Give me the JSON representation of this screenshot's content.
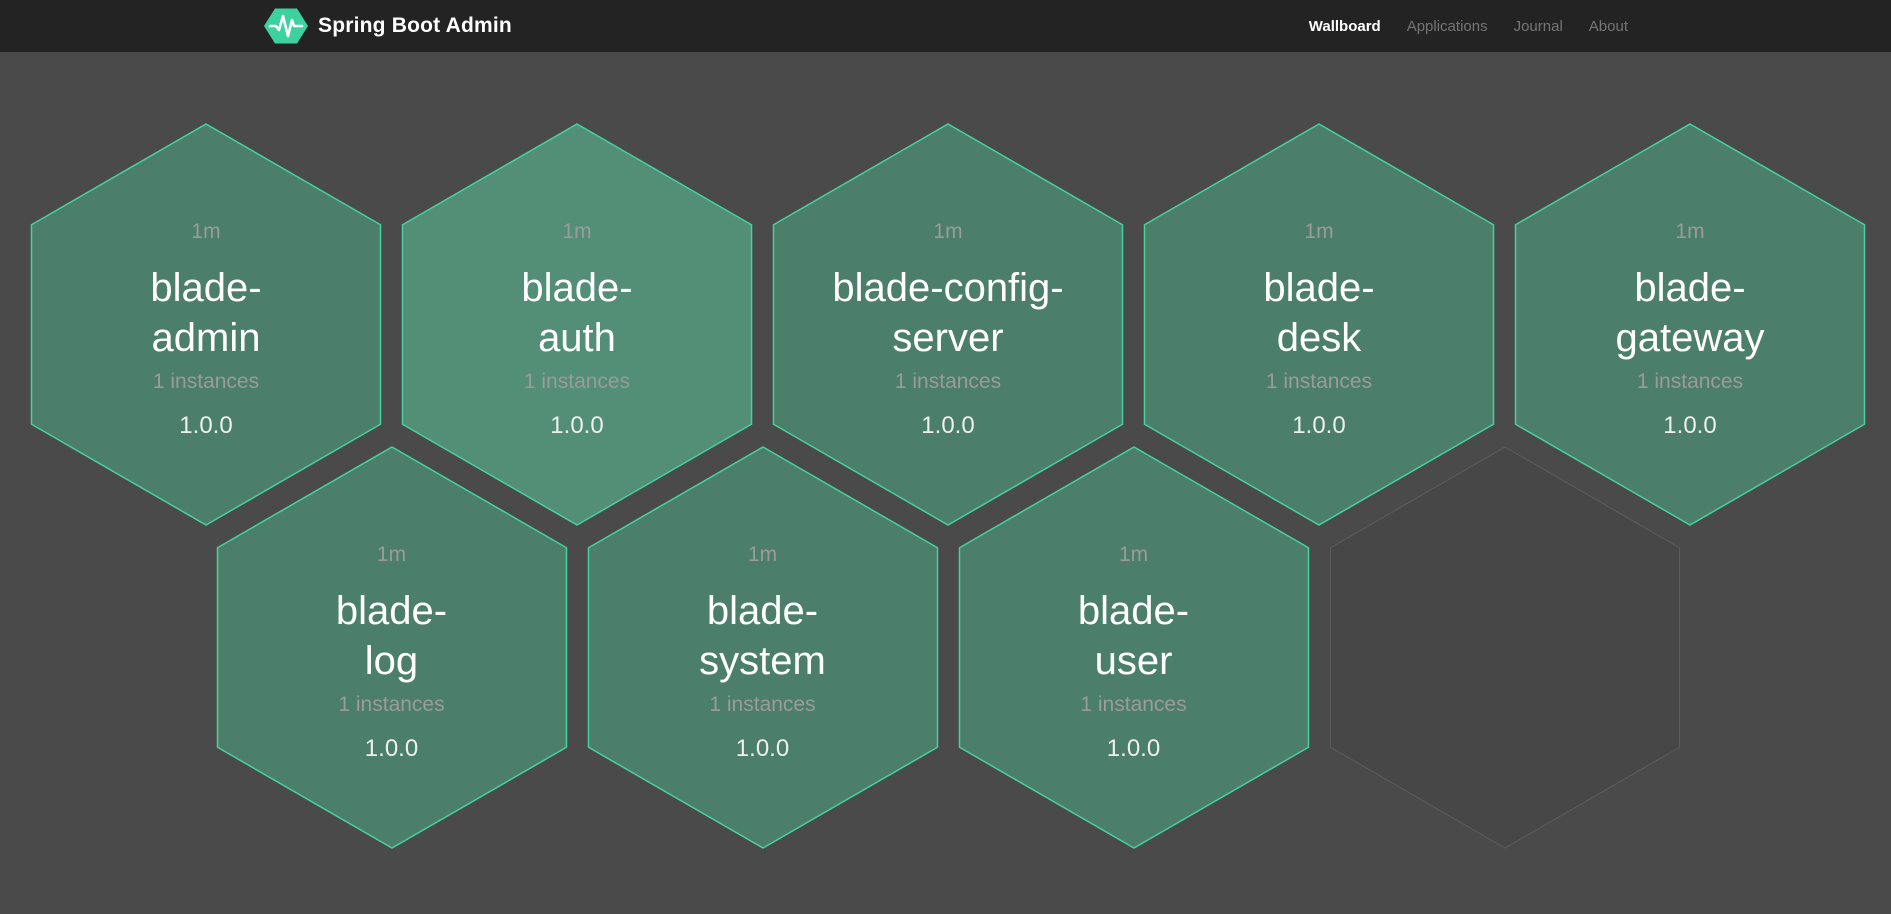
{
  "header": {
    "brand": "Spring Boot Admin",
    "logo_icon": "pulse-hexagon-icon",
    "nav": [
      {
        "label": "Wallboard",
        "active": true
      },
      {
        "label": "Applications",
        "active": false
      },
      {
        "label": "Journal",
        "active": false
      },
      {
        "label": "About",
        "active": false
      }
    ]
  },
  "wallboard": {
    "apps": [
      {
        "name": "blade-admin",
        "name_lines": [
          "blade-",
          "admin"
        ],
        "uptime": "1m",
        "instances": "1 instances",
        "version": "1.0.0",
        "status": "up",
        "row": 0,
        "col": 0
      },
      {
        "name": "blade-auth",
        "name_lines": [
          "blade-",
          "auth"
        ],
        "uptime": "1m",
        "instances": "1 instances",
        "version": "1.0.0",
        "status": "up",
        "row": 0,
        "col": 1,
        "hover": true
      },
      {
        "name": "blade-config-server",
        "name_lines": [
          "blade-config-",
          "server"
        ],
        "uptime": "1m",
        "instances": "1 instances",
        "version": "1.0.0",
        "status": "up",
        "row": 0,
        "col": 2
      },
      {
        "name": "blade-desk",
        "name_lines": [
          "blade-",
          "desk"
        ],
        "uptime": "1m",
        "instances": "1 instances",
        "version": "1.0.0",
        "status": "up",
        "row": 0,
        "col": 3
      },
      {
        "name": "blade-gateway",
        "name_lines": [
          "blade-",
          "gateway"
        ],
        "uptime": "1m",
        "instances": "1 instances",
        "version": "1.0.0",
        "status": "up",
        "row": 0,
        "col": 4
      },
      {
        "name": "blade-log",
        "name_lines": [
          "blade-",
          "log"
        ],
        "uptime": "1m",
        "instances": "1 instances",
        "version": "1.0.0",
        "status": "up",
        "row": 1,
        "col": 0
      },
      {
        "name": "blade-system",
        "name_lines": [
          "blade-",
          "system"
        ],
        "uptime": "1m",
        "instances": "1 instances",
        "version": "1.0.0",
        "status": "up",
        "row": 1,
        "col": 1
      },
      {
        "name": "blade-user",
        "name_lines": [
          "blade-",
          "user"
        ],
        "uptime": "1m",
        "instances": "1 instances",
        "version": "1.0.0",
        "status": "up",
        "row": 1,
        "col": 2
      },
      {
        "name": "",
        "status": "empty",
        "row": 1,
        "col": 3
      }
    ]
  },
  "colors": {
    "page_background": "#4A4A4A",
    "header_background": "#232323",
    "accent_green_border": "#46D2A0",
    "hexagon_fill": "#4B7E6B",
    "hexagon_fill_hover": "#528F76",
    "hexagon_empty_stroke": "#5D5D5D",
    "logo_green": "#3DD19F",
    "text_muted": "#9B9B9B",
    "text_inactive_nav": "#757575",
    "text_primary": "#FFFFFF"
  }
}
